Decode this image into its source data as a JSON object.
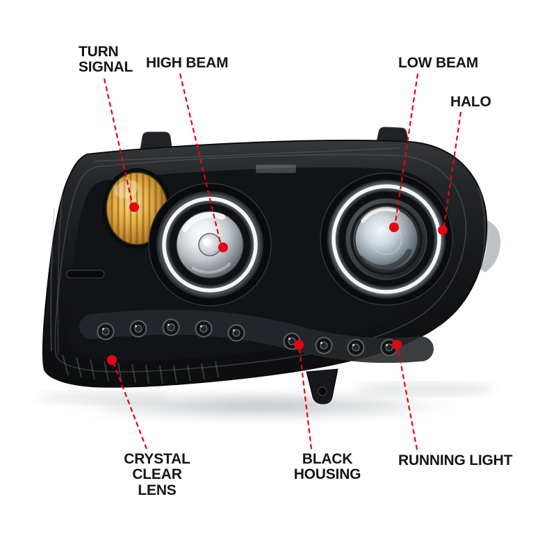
{
  "figure": {
    "type": "annotated-product-diagram",
    "subject": "projector halo headlight assembly"
  },
  "colors": {
    "accent": "#e30613",
    "halo": "#f1f6f9",
    "turn_signal_amber": "#e2ab42",
    "housing": "#141518"
  },
  "callouts": {
    "turn_signal": {
      "label": "TURN\nSIGNAL"
    },
    "high_beam": {
      "label": "HIGH BEAM"
    },
    "low_beam": {
      "label": "LOW BEAM"
    },
    "halo": {
      "label": "HALO"
    },
    "crystal_clear_lens": {
      "label": "CRYSTAL\nCLEAR LENS"
    },
    "black_housing": {
      "label": "BLACK\nHOUSING"
    },
    "running_light": {
      "label": "RUNNING LIGHT"
    }
  }
}
